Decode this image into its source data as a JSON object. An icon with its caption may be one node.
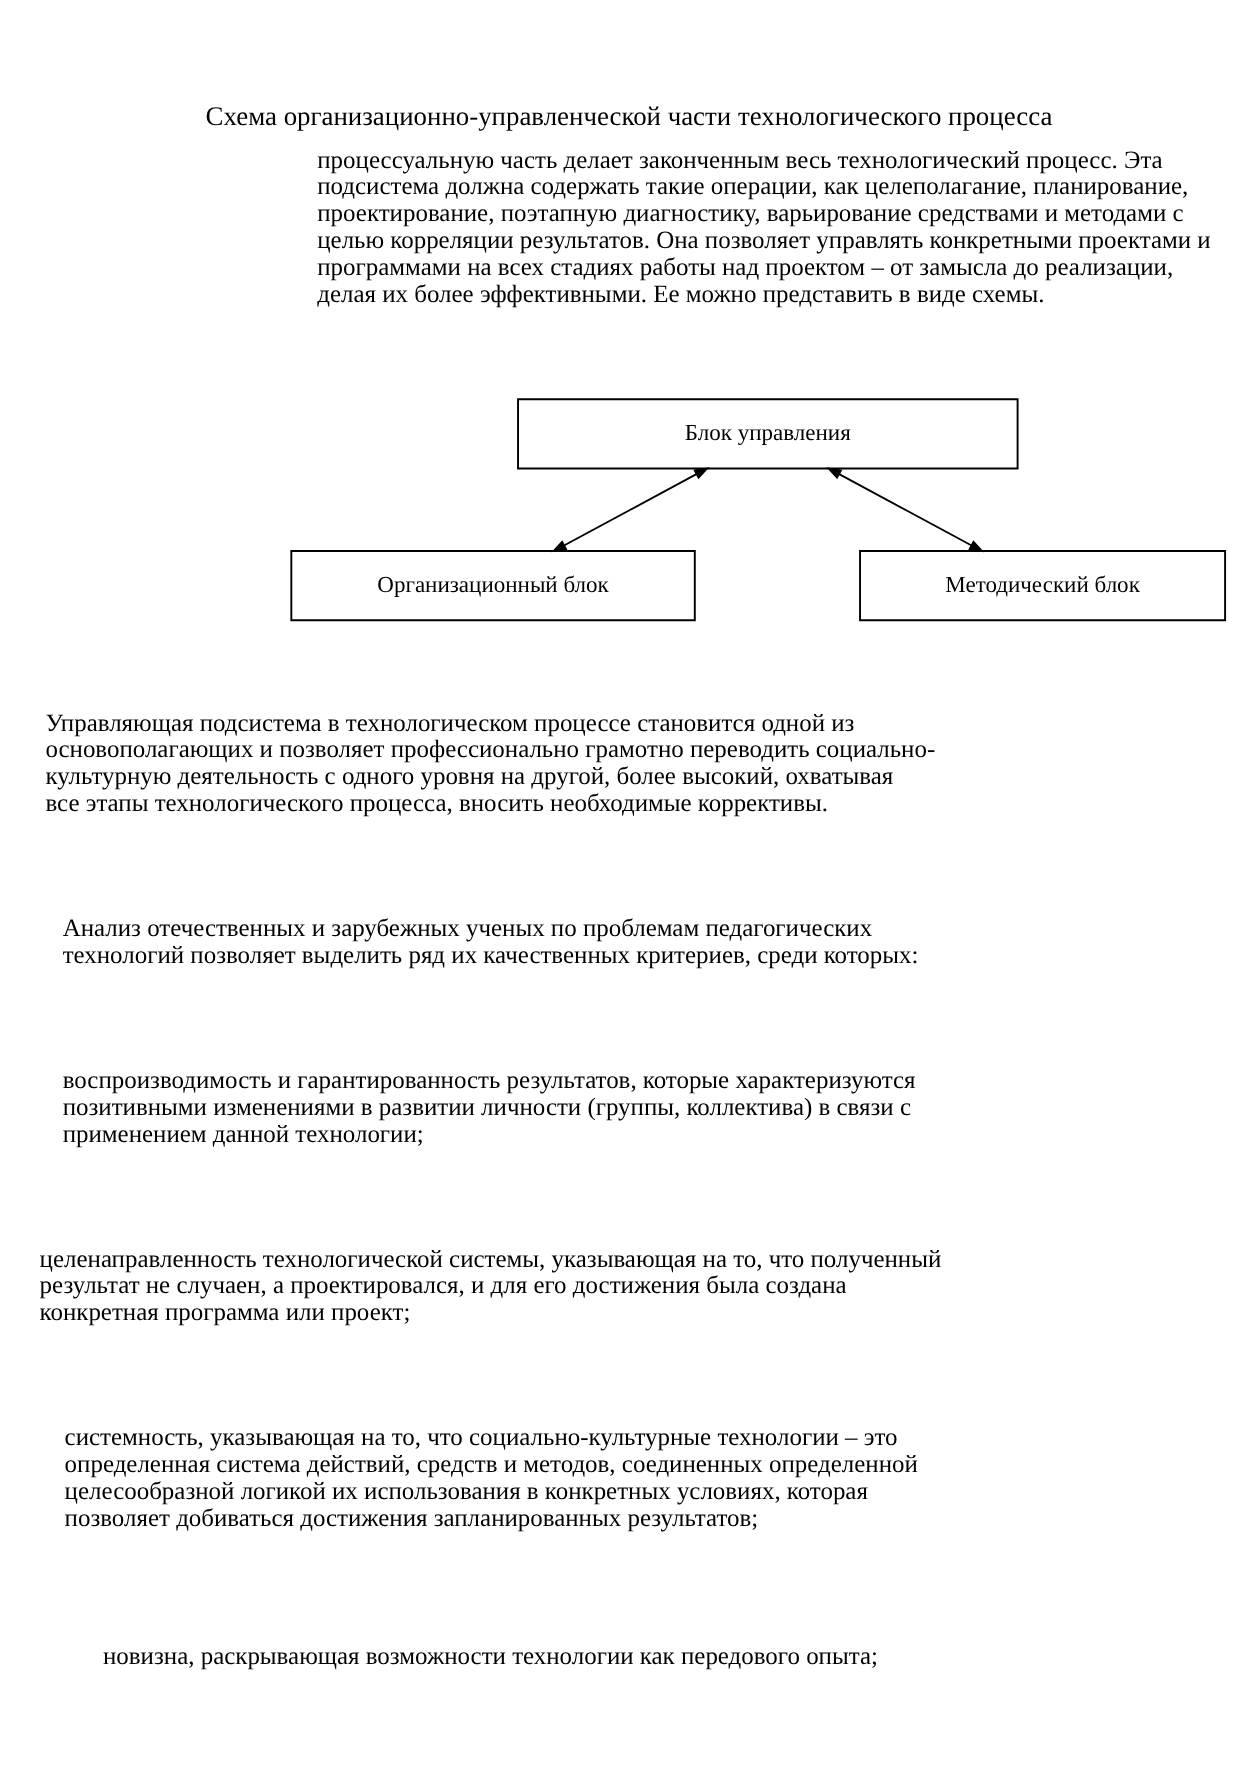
{
  "diagram": {
    "title": "Схема организационно-управленческой части технологического процесса",
    "nodes": [
      {
        "text": [
          "Блок управления"
        ]
      },
      {
        "text": [
          "Организационный блок"
        ]
      },
      {
        "text": [
          "Методический блок"
        ]
      }
    ],
    "edges": [
      {
        "from": 0,
        "to": 1,
        "arrow": "both"
      },
      {
        "from": 0,
        "to": 2,
        "arrow": "both"
      }
    ],
    "labels": [
      "процессуальную часть делает законченным весь технологический процесс. Эта подсистема должна содержать такие операции, как целеполагание, планирование, проектирование, поэтапную диагностику, варьирование средствами и методами с целью корреляции результатов. Она позволяет управлять конкретными проектами и программами на всех стадиях работы над проектом – от замысла до реализации, делая их более эффективными. Ее можно представить в виде схемы.",
      "Управляющая подсистема в технологическом процессе становится одной из основополагающих и позволяет профессионально грамотно переводить социально-культурную деятельность с одного уровня на другой, более высокий, охватывая все этапы технологического процесса, вносить необходимые коррективы.",
      "Анализ отечественных и зарубежных ученых по проблемам педагогических технологий позволяет выделить ряд их качественных критериев, среди которых:",
      "воспроизводимость и гарантированность результатов, которые характеризуются позитивными изменениями в развитии личности (группы, коллектива) в связи с применением данной технологии;",
      "целенаправленность технологической системы, указывающая на то, что полученный результат не случаен, а проектировался, и для его достижения была создана конкретная программа или проект;",
      "системность, указывающая на то, что социально-культурные технологии – это определенная система действий, средств и методов, соединенных определенной целесообразной логикой их использования в конкретных условиях, которая позволяет добиваться достижения запланированных результатов;",
      "новизна, раскрывающая возможности технологии как передового опыта;"
    ]
  }
}
